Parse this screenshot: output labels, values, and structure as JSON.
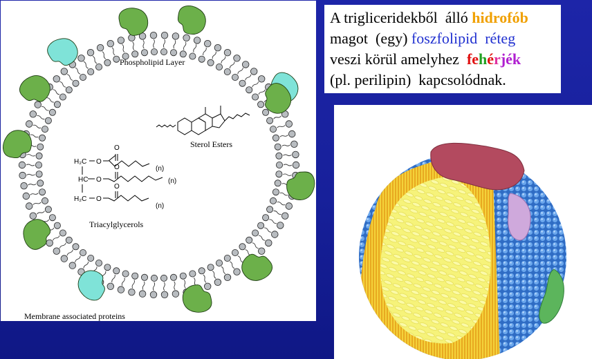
{
  "caption": {
    "line1_a": "A trigliceridekből  álló ",
    "line1_b": "hidrofób",
    "line2_a": "magot  (egy) ",
    "line2_b": "foszfolipid  réteg",
    "line3_a": "veszi körül amelyhez  ",
    "line3_fe": "fe",
    "line3_h": "h",
    "line3_e": "é",
    "line3_r": "r",
    "line3_jek": "jék",
    "line4": "(pl. perilipin)  kapcsolódnak."
  },
  "diagram": {
    "phospholipid_label": "Phospholipid Layer",
    "sterol_label": "Sterol Esters",
    "tag_label": "Triacylglycerols",
    "proteins_label": "Membrane associated proteins",
    "chem": {
      "r1_a": "H₂C",
      "r1_b": "O",
      "r2_a": "HC",
      "r2_b": "O",
      "r3_a": "H₂C",
      "r3_b": "O",
      "carbonyl": "O",
      "n": "(n)"
    }
  },
  "colors": {
    "background": "#1b23a3",
    "protein_green": "#6cb04a",
    "protein_cyan": "#7fe3d8",
    "head_gray": "#b8bcc0",
    "core_yellow": "#f2ef6a",
    "shell_blue": "#3d7fd6",
    "protein_red": "#b0485a",
    "protein_lilac": "#caa6d8",
    "protein_green_3d": "#5fb05a"
  }
}
